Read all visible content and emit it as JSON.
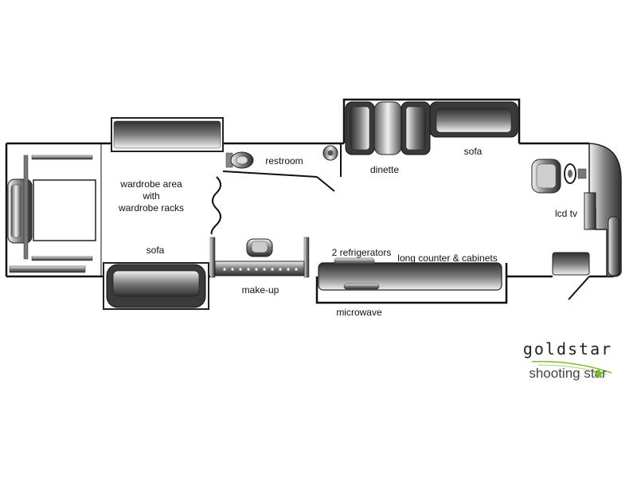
{
  "labels": {
    "wardrobe": [
      "wardrobe area",
      "with",
      "wardrobe racks"
    ],
    "sofa_rear": "sofa",
    "restroom": "restroom",
    "dinette": "dinette",
    "sofa_front": "sofa",
    "lcd_tv": "lcd tv",
    "makeup": "make-up",
    "refrigerators": "2 refrigerators",
    "counter": "long counter & cabinets",
    "microwave": "microwave"
  },
  "brand": {
    "line1": "goldstar",
    "line2": "shooting star",
    "accent_color": "#7dbb2e"
  },
  "colors": {
    "wall": "#111111",
    "furniture_dark": "#3a3a3a",
    "furniture_light": "#e6e6e6"
  }
}
